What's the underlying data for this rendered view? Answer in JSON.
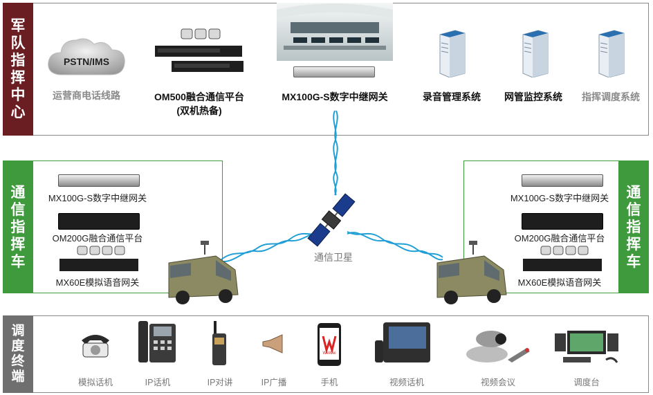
{
  "sections": {
    "command_center": {
      "title": "军队指挥中心",
      "items": [
        {
          "label": "运营商电话线路",
          "icon": "cloud-icon",
          "cloud_text": "PSTN/IMS"
        },
        {
          "label": "OM500融合通信平台",
          "sublabel": "(双机热备)",
          "icon": "server-rack-icon"
        },
        {
          "label": "MX100G-S数字中继网关",
          "icon": "control-room-icon"
        },
        {
          "label": "录音管理系统",
          "icon": "server-tower-icon"
        },
        {
          "label": "网管监控系统",
          "icon": "server-tower-icon"
        },
        {
          "label": "指挥调度系统",
          "icon": "server-tower-icon"
        }
      ]
    },
    "vehicle_left": {
      "title": "通信指挥车",
      "devices": [
        "MX100G-S数字中继网关",
        "OM200G融合通信平台",
        "MX60E模拟语音网关"
      ]
    },
    "vehicle_right": {
      "title": "通信指挥车",
      "devices": [
        "MX100G-S数字中继网关",
        "OM200G融合通信平台",
        "MX60E模拟语音网关"
      ]
    },
    "satellite": {
      "label": "通信卫星"
    },
    "terminals": {
      "title": "调度终端",
      "items": [
        {
          "label": "模拟话机",
          "icon": "analog-phone-icon"
        },
        {
          "label": "IP话机",
          "icon": "ip-phone-icon"
        },
        {
          "label": "IP对讲",
          "icon": "walkie-talkie-icon"
        },
        {
          "label": "IP广播",
          "icon": "speaker-horn-icon"
        },
        {
          "label": "手机",
          "icon": "mobile-phone-icon",
          "brand": "WeWei"
        },
        {
          "label": "视频话机",
          "icon": "video-phone-icon"
        },
        {
          "label": "视频会议",
          "icon": "video-conference-icon"
        },
        {
          "label": "调度台",
          "icon": "dispatch-console-icon"
        }
      ]
    }
  },
  "colors": {
    "command_center": "#6b1e22",
    "vehicle": "#3e9a3c",
    "terminals": "#6f6f6f",
    "link": "#1f9fd6"
  }
}
